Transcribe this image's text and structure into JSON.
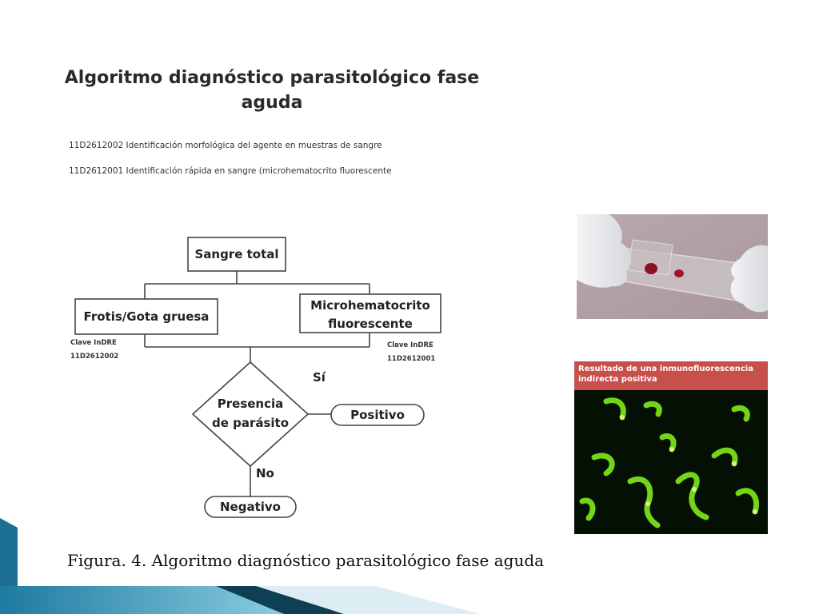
{
  "figure": {
    "title": "Algoritmo diagnóstico parasitológico fase aguda",
    "codes": [
      "11D2612002 Identificación morfológica del agente en muestras de sangre",
      "11D2612001 Identificación rápida en sangre (microhematocrito fluorescente"
    ],
    "caption": "Figura. 4. Algoritmo diagnóstico parasitológico fase aguda"
  },
  "flowchart": {
    "start": "Sangre total",
    "left_box": "Frotis/Gota gruesa",
    "right_box_line1": "Microhematocrito",
    "right_box_line2": "fluorescente",
    "left_clave_line1": "Clave InDRE",
    "left_clave_line2": "11D2612002",
    "right_clave_line1": "Clave InDRE",
    "right_clave_line2": "11D2612001",
    "decision_line1": "Presencia",
    "decision_line2": "de parásito",
    "yes_label": "Sí",
    "no_label": "No",
    "positive": "Positivo",
    "negative": "Negativo"
  },
  "photos": {
    "if_banner": "Resultado de una inmunofluorescencia indirecta positiva"
  },
  "colors": {
    "footer_blue": "#2f8fb0",
    "footer_dark": "#0e3f55",
    "if_banner": "#c8504c",
    "fluorescence": "#7adf1a"
  }
}
